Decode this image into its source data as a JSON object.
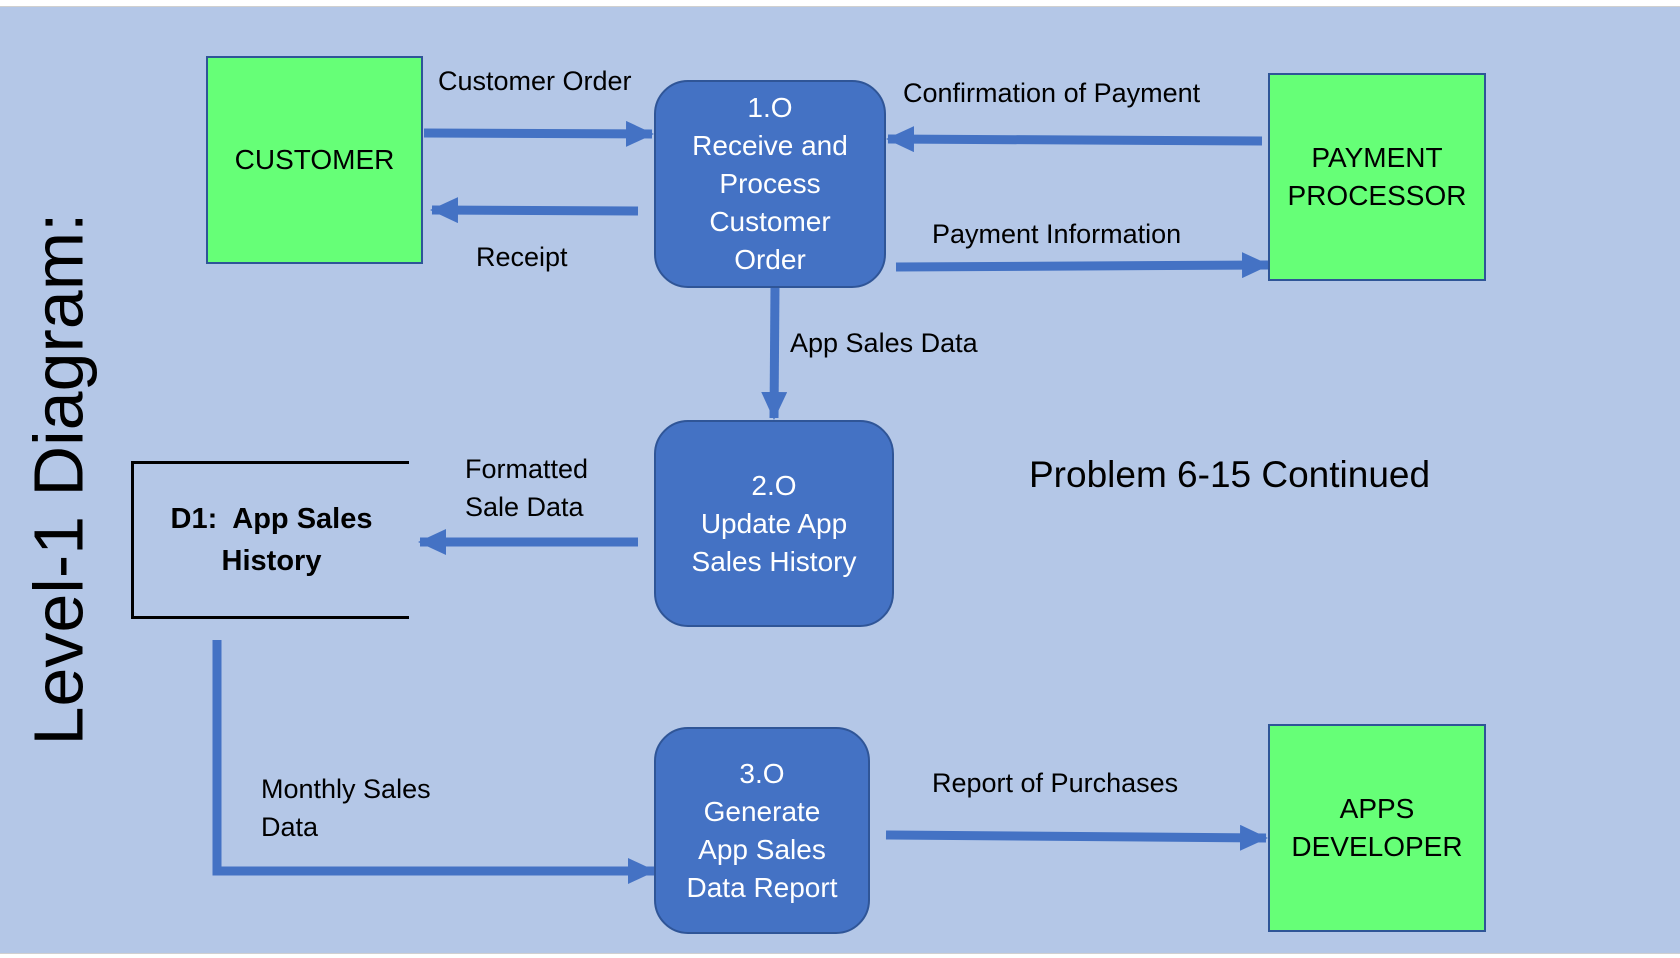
{
  "title": "Level-1 Diagram:",
  "subtitle": "Problem 6-15 Continued",
  "colors": {
    "background": "#b4c7e7",
    "entity_fill": "#66ff77",
    "process_fill": "#4472c4",
    "arrow": "#4472c4"
  },
  "entities": {
    "customer": "CUSTOMER",
    "payment_processor": [
      "PAYMENT",
      "PROCESSOR"
    ],
    "apps_developer": [
      "APPS",
      "DEVELOPER"
    ]
  },
  "processes": {
    "p1": [
      "1.O",
      "Receive and",
      "Process",
      "Customer",
      "Order"
    ],
    "p2": [
      "2.O",
      "Update App",
      "Sales History"
    ],
    "p3": [
      "3.O",
      "Generate",
      "App Sales",
      "Data Report"
    ]
  },
  "data_store": [
    "D1:  App Sales",
    "History"
  ],
  "flows": {
    "customer_order": "Customer Order",
    "receipt": "Receipt",
    "confirmation_of_payment": "Confirmation of Payment",
    "payment_information": "Payment Information",
    "app_sales_data": "App Sales Data",
    "formatted_sale_data": [
      "Formatted",
      "Sale Data"
    ],
    "monthly_sales_data": [
      "Monthly Sales",
      "Data"
    ],
    "report_of_purchases": "Report of Purchases"
  }
}
